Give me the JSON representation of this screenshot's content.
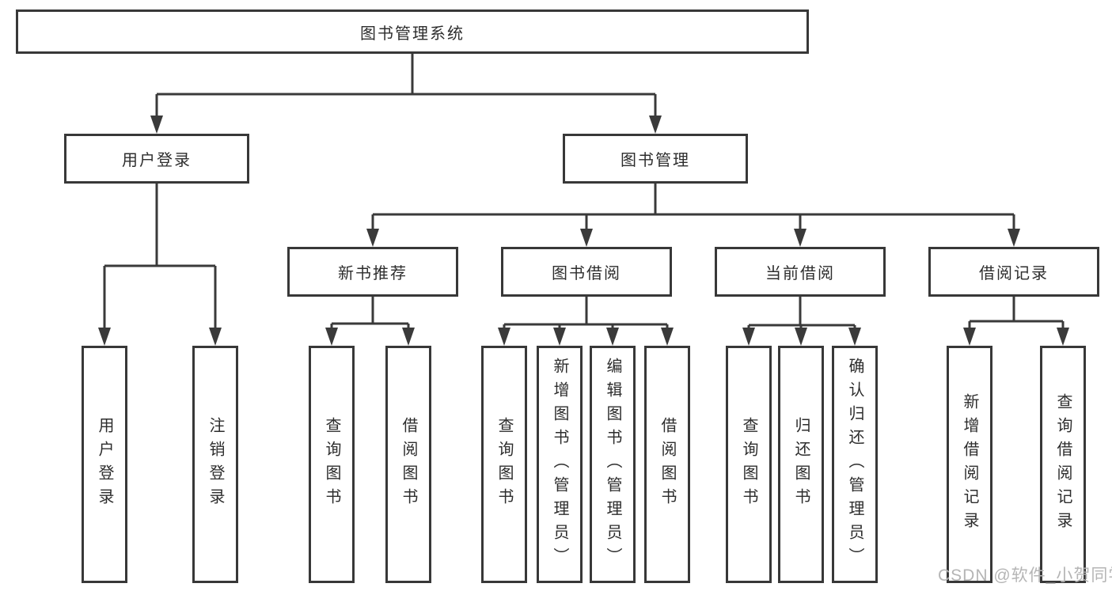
{
  "tree": {
    "root": {
      "label": "图书管理系统",
      "children": [
        {
          "label": "用户登录",
          "children": [
            {
              "label": "用户登录"
            },
            {
              "label": "注销登录"
            }
          ]
        },
        {
          "label": "图书管理",
          "children": [
            {
              "label": "新书推荐",
              "children": [
                {
                  "label": "查询图书"
                },
                {
                  "label": "借阅图书"
                }
              ]
            },
            {
              "label": "图书借阅",
              "children": [
                {
                  "label": "查询图书"
                },
                {
                  "label": "新增图书（管理员）"
                },
                {
                  "label": "编辑图书（管理员）"
                },
                {
                  "label": "借阅图书"
                }
              ]
            },
            {
              "label": "当前借阅",
              "children": [
                {
                  "label": "查询图书"
                },
                {
                  "label": "归还图书"
                },
                {
                  "label": "确认归还（管理员）"
                }
              ]
            },
            {
              "label": "借阅记录",
              "children": [
                {
                  "label": "新增借阅记录"
                },
                {
                  "label": "查询借阅记录"
                }
              ]
            }
          ]
        }
      ]
    }
  },
  "watermark": {
    "text": "CSDN @软件_小贺同学"
  },
  "colors": {
    "line": "#3a3a3a",
    "box_border": "#383838",
    "text": "#2d2d2d",
    "watermark": "#b5b5b5",
    "background": "#ffffff"
  }
}
